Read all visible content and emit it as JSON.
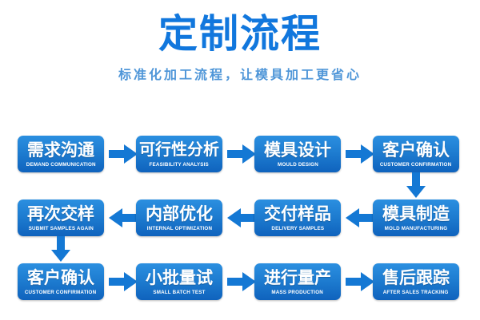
{
  "header": {
    "title": "定制流程",
    "subtitle": "标准化加工流程，让模具加工更省心"
  },
  "colors": {
    "title_blue": "#1177dd",
    "subtitle_blue": "#4f96d8",
    "box_gradient_top": "#2b8fe0",
    "box_gradient_bottom": "#0f63bd",
    "arrow_blue": "#1478d4",
    "background": "#ffffff"
  },
  "flow": {
    "rows": [
      {
        "direction": "left-to-right",
        "steps": [
          {
            "cn": "需求沟通",
            "en": "DEMAND COMMUNICATION"
          },
          {
            "cn": "可行性分析",
            "en": "FEASIBILITY ANALYSIS"
          },
          {
            "cn": "模具设计",
            "en": "MOULD DESIGN"
          },
          {
            "cn": "客户确认",
            "en": "CUSTOMER CONFIRMATION"
          }
        ]
      },
      {
        "direction": "right-to-left",
        "steps": [
          {
            "cn": "再次交样",
            "en": "SUBMIT SAMPLES AGAIN"
          },
          {
            "cn": "内部优化",
            "en": "INTERNAL OPTIMIZATION"
          },
          {
            "cn": "交付样品",
            "en": "DELIVERY SAMPLES"
          },
          {
            "cn": "模具制造",
            "en": "MOLD MANUFACTURING"
          }
        ]
      },
      {
        "direction": "left-to-right",
        "steps": [
          {
            "cn": "客户确认",
            "en": "CUSTOMER CONFIRMATION"
          },
          {
            "cn": "小批量试",
            "en": "SMALL BATCH TEST"
          },
          {
            "cn": "进行量产",
            "en": "MASS PRODUCTION"
          },
          {
            "cn": "售后跟踪",
            "en": "AFTER SALES TRACKING"
          }
        ]
      }
    ],
    "connectors": {
      "row1_to_row2": "arrow-down-right-column",
      "row2_to_row3": "arrow-down-left-column"
    }
  }
}
